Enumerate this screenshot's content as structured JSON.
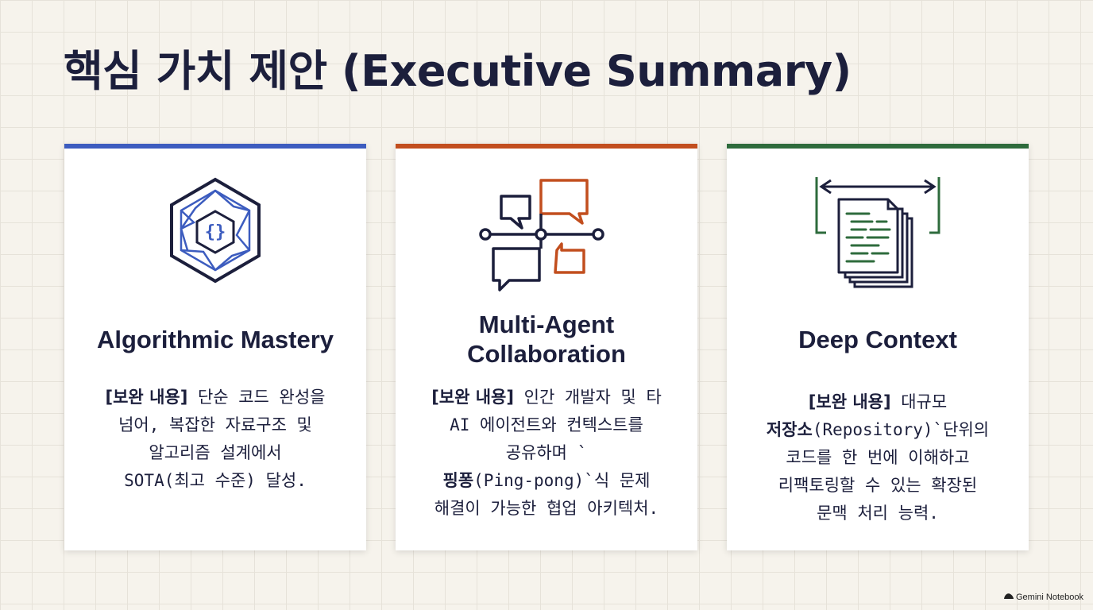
{
  "title": "핵심 가치 제안 (Executive Summary)",
  "colors": {
    "blue": "#3c5cbf",
    "orange": "#c24e1e",
    "green": "#2e6b3c",
    "navy": "#1c1f3c"
  },
  "cards": [
    {
      "icon": "hexagon-code-icon",
      "title": "Algorithmic Mastery",
      "tag": "[보완 내용]",
      "lines": [
        " 단순 코드 완성을",
        "넘어, 복잡한 자료구조 및",
        "알고리즘 설계에서",
        "SOTA(최고 수준) 달성."
      ]
    },
    {
      "icon": "multi-agent-chat-icon",
      "title": "Multi-Agent Collaboration",
      "tag": "[보완 내용]",
      "line1": " 인간 개발자 및 타",
      "line2": "AI 에이전트와 컨텍스트를",
      "line3": "공유하며 `",
      "emph": "핑퐁",
      "line4": "(Ping-pong)`식 문제",
      "line5": "해결이 가능한 협업 아키텍처."
    },
    {
      "icon": "documents-context-icon",
      "title": "Deep Context",
      "tag": "[보완 내용]",
      "line1": " 대규모",
      "emph": "저장소",
      "line2": "(Repository)`단위의",
      "line3": "코드를 한 번에 이해하고",
      "line4": "리팩토링할 수 있는 확장된",
      "line5": "문맥 처리 능력."
    }
  ],
  "brand": "Gemini Notebook"
}
